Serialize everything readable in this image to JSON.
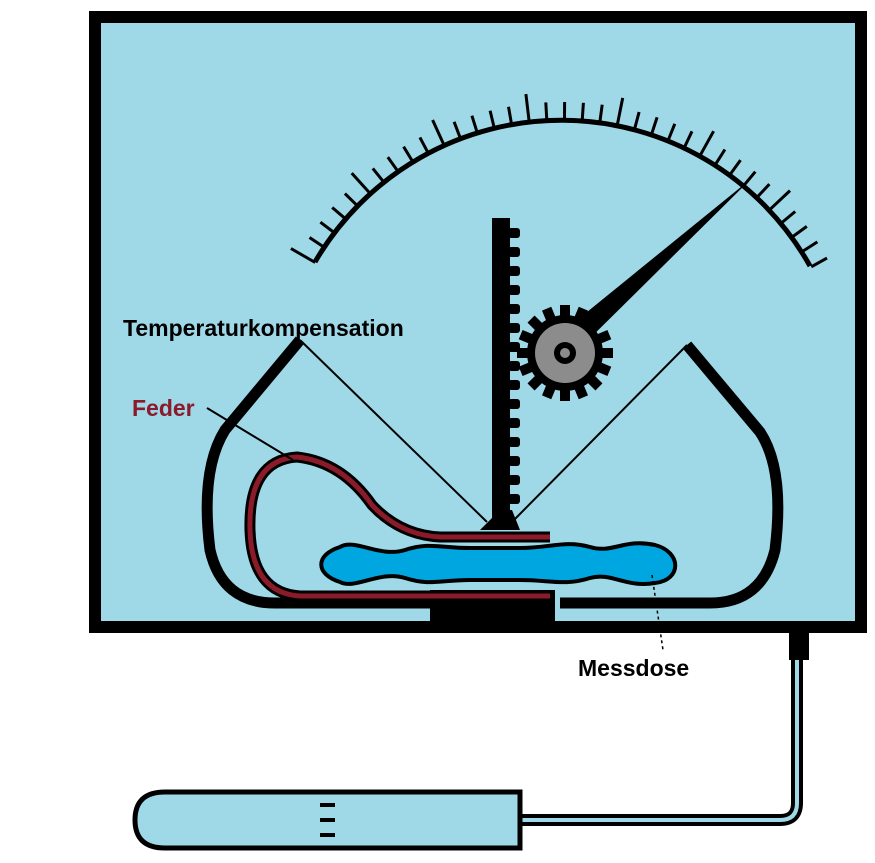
{
  "labels": {
    "temperature_compensation": "Temperaturkompensation",
    "spring": "Feder",
    "measuring_capsule": "Messdose"
  },
  "colors": {
    "background": "#ffffff",
    "housing_fill": "#9fd9e8",
    "outline": "#000000",
    "spring": "#8b1a2b",
    "capsule": "#00a6e0",
    "gear": "#8c8c8c",
    "label_text": "#000000",
    "spring_label_text": "#8b1a2b"
  },
  "icons": {
    "dial": "scale-arc-icon",
    "pointer": "needle-icon",
    "gear": "gear-icon"
  }
}
